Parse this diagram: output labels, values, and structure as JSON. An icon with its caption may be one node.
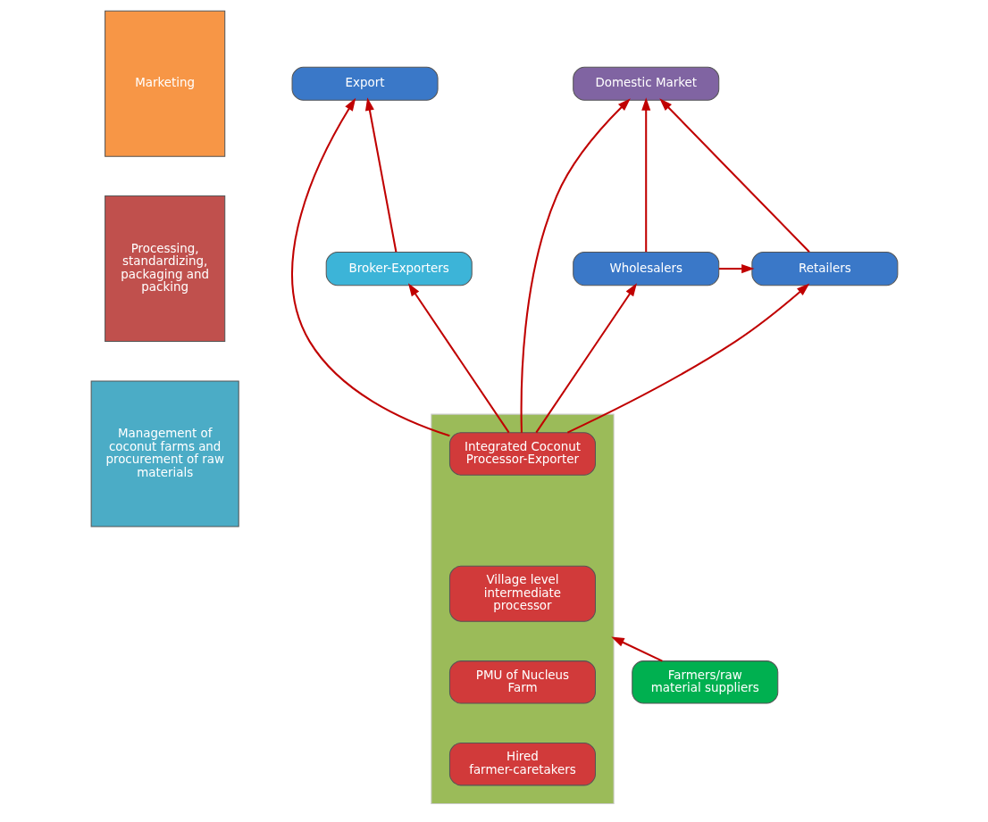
{
  "diagram": {
    "nodes": [
      {
        "text": [
          "Marketing"
        ]
      },
      {
        "text": [
          "Processing, standardizing, packaging and packing"
        ]
      },
      {
        "text": [
          "Management of coconut farms and procurement of raw materials"
        ]
      },
      {
        "text": [
          "Export"
        ]
      },
      {
        "text": [
          "Domestic Market"
        ]
      },
      {
        "text": [
          "Broker-Exporters"
        ]
      },
      {
        "text": [
          "Wholesalers"
        ]
      },
      {
        "text": [
          "Retailers"
        ]
      },
      {
        "text": [],
        "shape": "box"
      },
      {
        "text": [
          "Integrated Coconut Processor-Exporter"
        ],
        "in": 8
      },
      {
        "text": [
          "Village level intermediate processor"
        ],
        "in": 8
      },
      {
        "text": [
          "PMU of Nucleus Farm"
        ],
        "in": 8
      },
      {
        "text": [
          "Hired farmer-caretakers"
        ],
        "in": 8
      },
      {
        "text": [
          "Farmers/raw material suppliers"
        ]
      }
    ],
    "edges": [
      {
        "from": 5,
        "to": 3,
        "arrow": "to"
      },
      {
        "from": 9,
        "to": 5,
        "arrow": "to"
      },
      {
        "from": 9,
        "to": 3,
        "arrow": "to"
      },
      {
        "from": 9,
        "to": 4,
        "arrow": "to"
      },
      {
        "from": 9,
        "to": 6,
        "arrow": "to"
      },
      {
        "from": 9,
        "to": 7,
        "arrow": "to"
      },
      {
        "from": 6,
        "to": 7,
        "arrow": "to"
      },
      {
        "from": 6,
        "to": 4,
        "arrow": "to"
      },
      {
        "from": 7,
        "to": 4,
        "arrow": "to"
      },
      {
        "from": 13,
        "to": 8,
        "arrow": "to"
      }
    ]
  }
}
